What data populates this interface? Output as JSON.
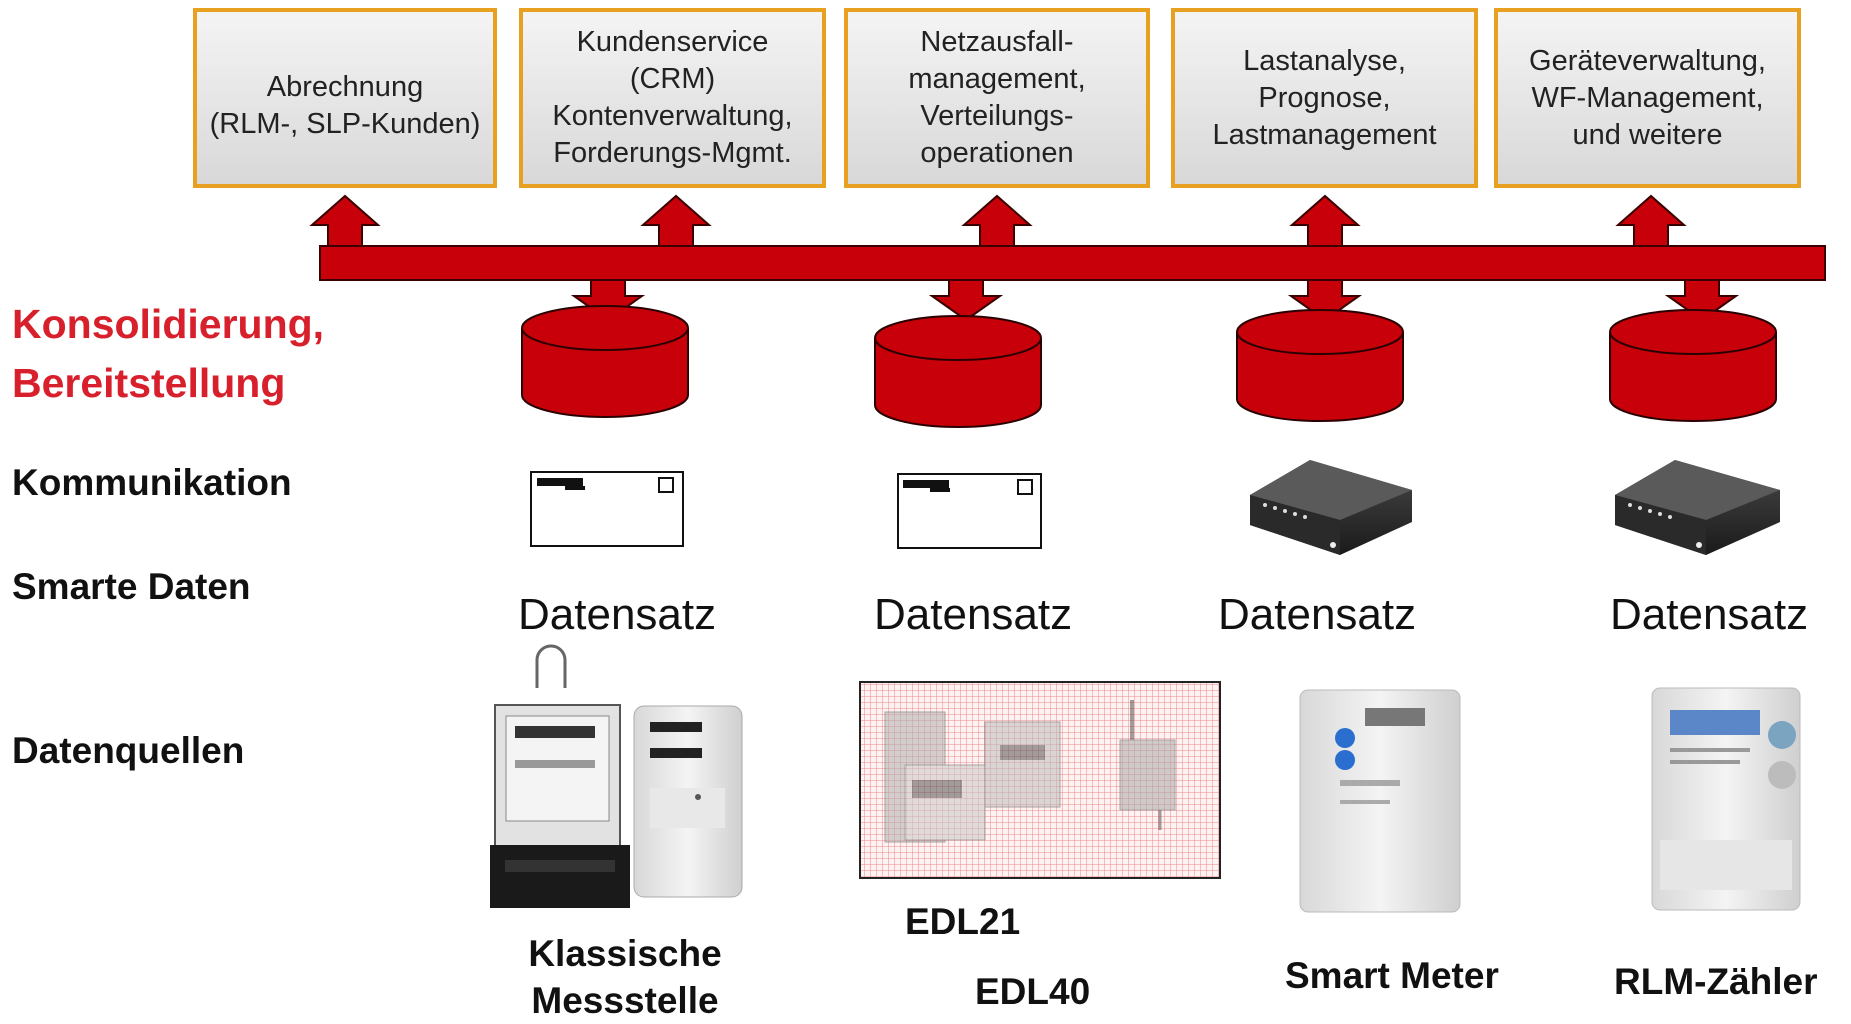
{
  "systems": [
    {
      "text": "Abrechnung\n(RLM-, SLP-Kunden)"
    },
    {
      "text": "Kundenservice\n(CRM)\nKontenverwaltung,\nForderungs-Mgmt."
    },
    {
      "text": "Netzausfall-\nmanagement,\nVerteilungs-\noperationen"
    },
    {
      "text": "Lastanalyse,\nPrognose,\nLastmanagement"
    },
    {
      "text": "Geräteverwaltung,\nWF-Management,\nund weitere"
    }
  ],
  "layers": {
    "konsolidierung": "Konsolidierung,\nBereitstellung",
    "kommunikation": "Kommunikation",
    "smarte_daten": "Smarte Daten",
    "datenquellen": "Datenquellen"
  },
  "datasets": [
    "Datensatz",
    "Datensatz",
    "Datensatz",
    "Datensatz"
  ],
  "sources": {
    "klassisch": "Klassische\nMessstelle",
    "edl21": "EDL21",
    "edl40": "EDL40",
    "smart_meter": "Smart Meter",
    "rlm": "RLM-Zähler"
  },
  "colors": {
    "bus": "#c8000a",
    "box_border": "#e8a020",
    "accent_text": "#d8202c"
  }
}
